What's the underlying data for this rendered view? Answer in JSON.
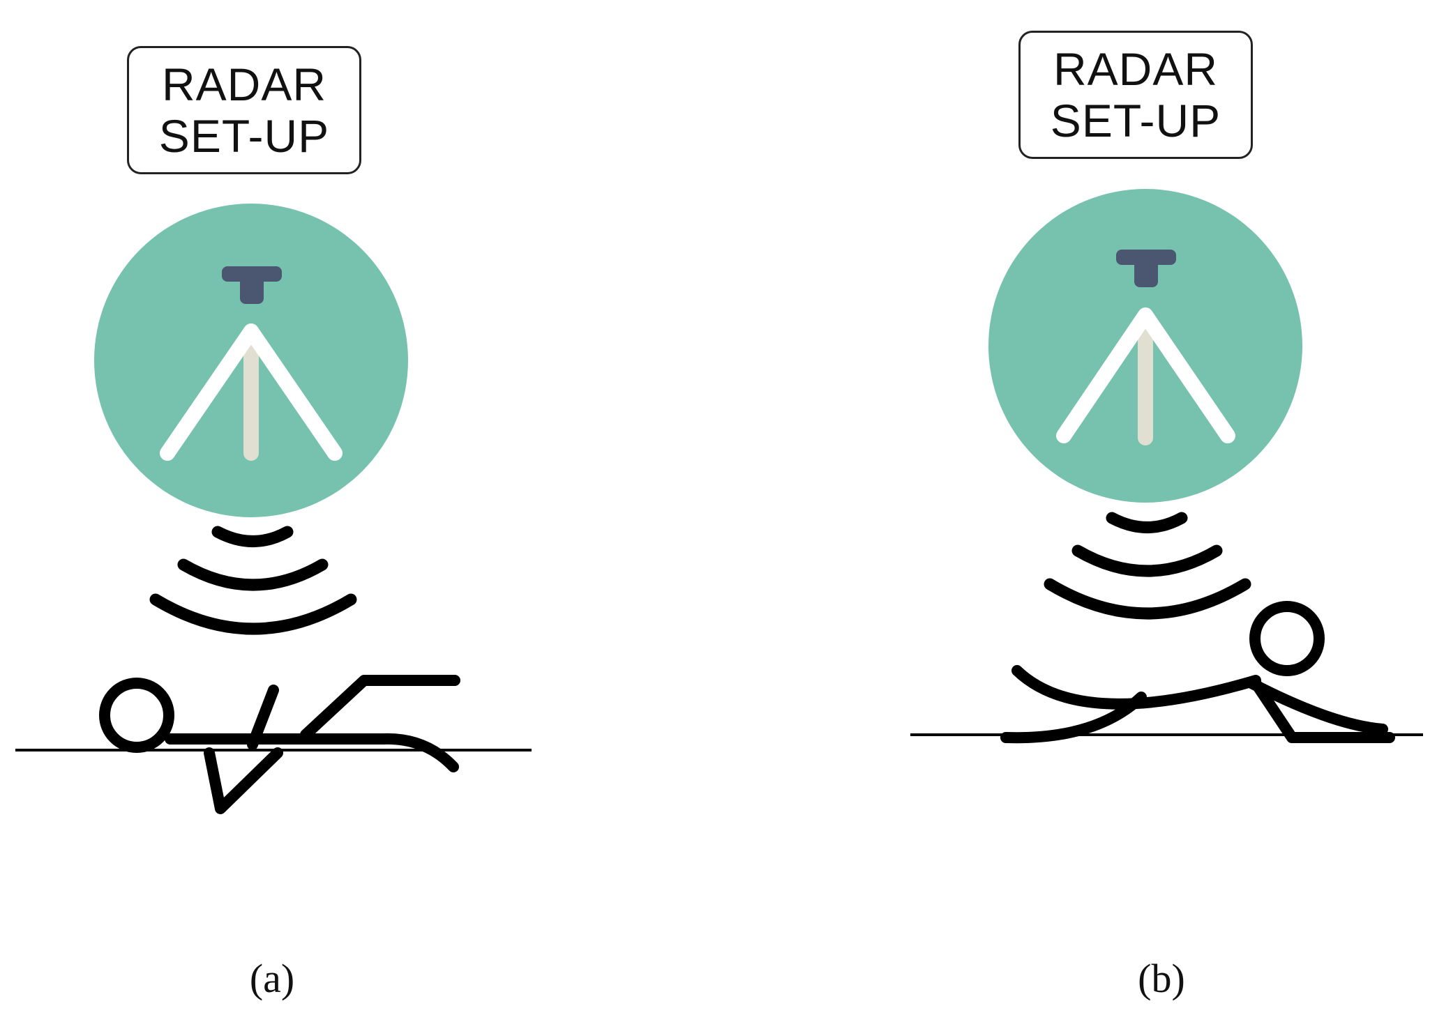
{
  "colors": {
    "circle": "#76c2af",
    "antenna_mount": "#4b5770",
    "tripod": "#ffffff",
    "mast": "#e0dfd2",
    "stroke": "#000000"
  },
  "panels": [
    {
      "label_line1": "RADAR",
      "label_line2": "SET-UP",
      "caption": "(a)",
      "pose": "lying"
    },
    {
      "label_line1": "RADAR",
      "label_line2": "SET-UP",
      "caption": "(b)",
      "pose": "crawling"
    }
  ]
}
